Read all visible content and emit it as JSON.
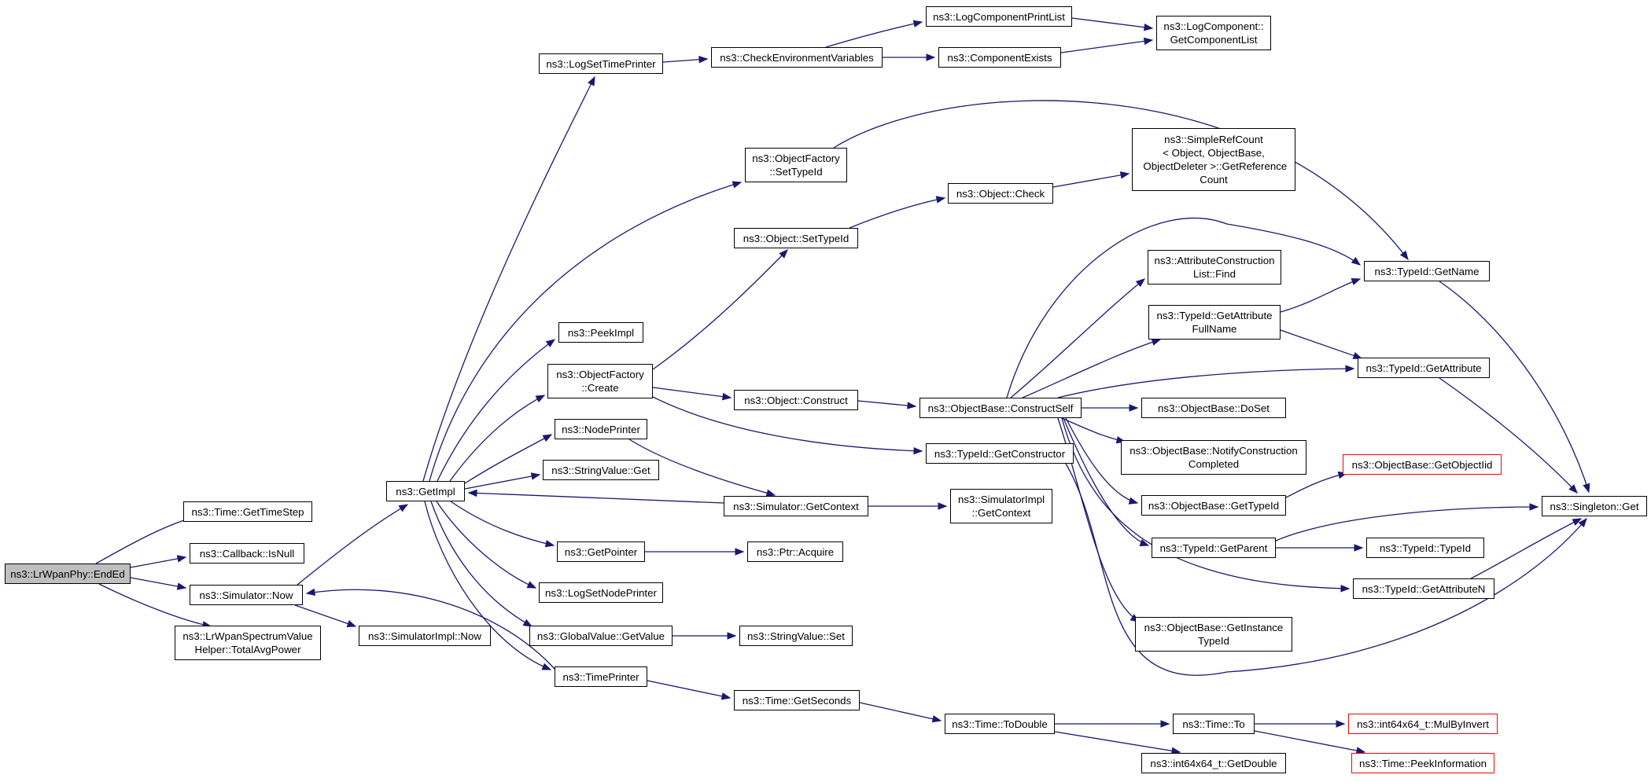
{
  "colors": {
    "edge": "#191970",
    "node_border": "#000000",
    "root_fill": "#bfbfbf",
    "external_border": "#ff0000",
    "background": "#ffffff"
  },
  "nodes": {
    "lrwpanphy_ended": "ns3::LrWpanPhy::EndEd",
    "time_gettimestep": "ns3::Time::GetTimeStep",
    "callback_isnull": "ns3::Callback::IsNull",
    "simulator_now": "ns3::Simulator::Now",
    "spectrum_totalavgpower": "ns3::LrWpanSpectrumValue\nHelper::TotalAvgPower",
    "getimpl": "ns3::GetImpl",
    "simulatorimpl_now": "ns3::SimulatorImpl::Now",
    "logsettimeprinter": "ns3::LogSetTimePrinter",
    "checkenvironmentvariables": "ns3::CheckEnvironmentVariables",
    "logcomponentprintlist": "ns3::LogComponentPrintList",
    "componentexists": "ns3::ComponentExists",
    "logcomponent_getcomponentlist": "ns3::LogComponent::\nGetComponentList",
    "objectfactory_settypeid": "ns3::ObjectFactory\n::SetTypeId",
    "simplerefcount_getreferencecount": "ns3::SimpleRefCount\n< Object, ObjectBase,\n ObjectDeleter >::GetReference\nCount",
    "object_check": "ns3::Object::Check",
    "object_settypeid": "ns3::Object::SetTypeId",
    "peekimpl": "ns3::PeekImpl",
    "objectfactory_create": "ns3::ObjectFactory\n::Create",
    "object_construct": "ns3::Object::Construct",
    "objectbase_constructself": "ns3::ObjectBase::ConstructSelf",
    "attributeconstructionlist_find": "ns3::AttributeConstruction\nList::Find",
    "typeid_getattributefullname": "ns3::TypeId::GetAttribute\nFullName",
    "typeid_getname": "ns3::TypeId::GetName",
    "typeid_getattribute": "ns3::TypeId::GetAttribute",
    "objectbase_doset": "ns3::ObjectBase::DoSet",
    "objectbase_notifyconstructioncompleted": "ns3::ObjectBase::NotifyConstruction\nCompleted",
    "nodeprinter": "ns3::NodePrinter",
    "stringvalue_get": "ns3::StringValue::Get",
    "typeid_getconstructor": "ns3::TypeId::GetConstructor",
    "simulator_getcontext": "ns3::Simulator::GetContext",
    "simulatorimpl_getcontext": "ns3::SimulatorImpl\n::GetContext",
    "objectbase_getobjectiid": "ns3::ObjectBase::GetObjectIid",
    "objectbase_gettypeid": "ns3::ObjectBase::GetTypeId",
    "singleton_get": "ns3::Singleton::Get",
    "getpointer": "ns3::GetPointer",
    "ptr_acquire": "ns3::Ptr::Acquire",
    "typeid_getparent": "ns3::TypeId::GetParent",
    "typeid_typeid": "ns3::TypeId::TypeId",
    "logsetnodeprinter": "ns3::LogSetNodePrinter",
    "typeid_getattributen": "ns3::TypeId::GetAttributeN",
    "objectbase_getinstancetypeid": "ns3::ObjectBase::GetInstance\nTypeId",
    "globalvalue_getvalue": "ns3::GlobalValue::GetValue",
    "stringvalue_set": "ns3::StringValue::Set",
    "timeprinter": "ns3::TimePrinter",
    "time_getseconds": "ns3::Time::GetSeconds",
    "time_todouble": "ns3::Time::ToDouble",
    "time_to": "ns3::Time::To",
    "int64x64_mulbyinvert": "ns3::int64x64_t::MulByInvert",
    "time_peekinformation": "ns3::Time::PeekInformation",
    "int64x64_getdouble": "ns3::int64x64_t::GetDouble"
  }
}
